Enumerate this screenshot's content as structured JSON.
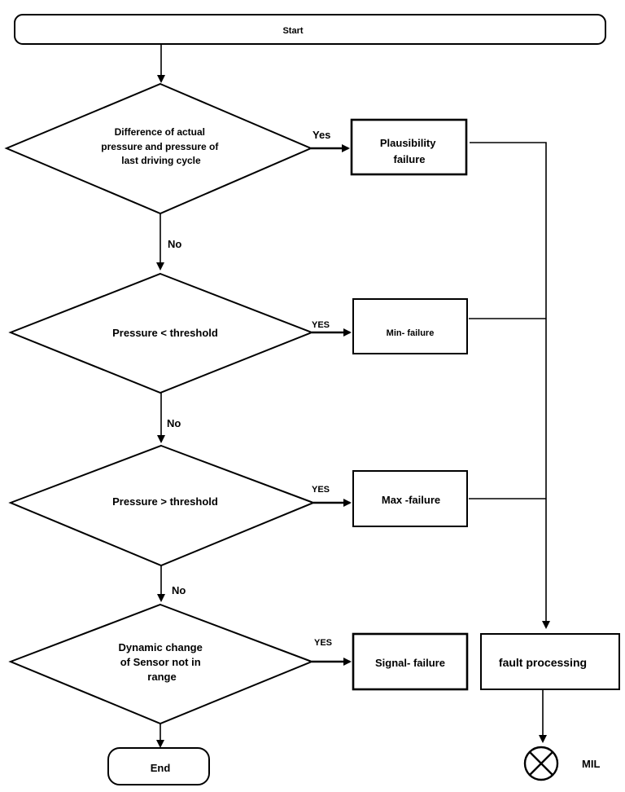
{
  "nodes": {
    "start": "Start",
    "end": "End",
    "decision_difference": [
      "Difference of  actual",
      "pressure and pressure of",
      "last driving cycle"
    ],
    "decision_min": "Pressure < threshold",
    "decision_max": "Pressure > threshold",
    "decision_dynamic": [
      "Dynamic change",
      "of Sensor not in",
      "range"
    ],
    "plausibility_failure": [
      "Plausibility",
      "failure"
    ],
    "min_failure": "Min- failure",
    "max_failure": "Max -failure",
    "signal_failure": "Signal- failure",
    "fault_processing": "fault processing",
    "mil_label": "MIL"
  },
  "edges": {
    "yes_plausibility": "Yes",
    "yes_min": "YES",
    "yes_max": "YES",
    "yes_signal": "YES",
    "no_1": "No",
    "no_2": "No",
    "no_3": "No"
  }
}
